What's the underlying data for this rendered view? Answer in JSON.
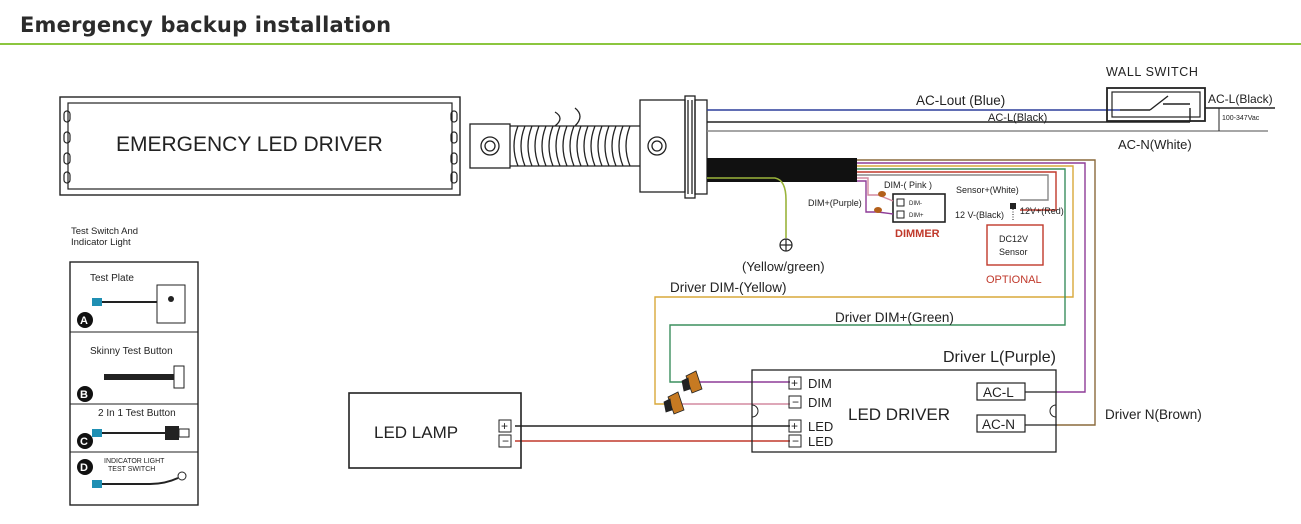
{
  "page": {
    "title": "Emergency backup installation"
  },
  "emergency_driver": {
    "label": "EMERGENCY LED DRIVER"
  },
  "wall_switch": {
    "title": "WALL SWITCH",
    "ac_l_black": "AC-L(Black)",
    "voltage": "100-347Vac",
    "ac_n_white": "AC-N(White)"
  },
  "wires": {
    "ac_lout_blue": "AC-Lout (Blue)",
    "ac_l_black": "AC-L(Black)",
    "ground": "(Yellow/green)",
    "driver_dim_minus": "Driver DIM-(Yellow)",
    "driver_dim_plus": "Driver DIM+(Green)",
    "driver_l": "Driver L(Purple)",
    "driver_n": "Driver N(Brown)"
  },
  "dimmer": {
    "title": "DIMMER",
    "dim_minus_pink": "DIM-( Pink )",
    "dim_plus_purple": "DIM+(Purple)",
    "term_minus": "DIM-",
    "term_plus": "DIM+"
  },
  "sensor": {
    "sensor_plus": "Sensor+(White)",
    "plus_12v": "12V+(Red)",
    "minus_12v": "12 V-(Black)",
    "line1": "DC12V",
    "line2": "Sensor",
    "optional": "OPTIONAL"
  },
  "led_driver": {
    "label": "LED DRIVER",
    "dim_plus": "DIM",
    "dim_minus": "DIM",
    "led_plus": "LED",
    "led_minus": "LED",
    "ac_l": "AC-L",
    "ac_n": "AC-N",
    "plus_sign": "+",
    "minus_sign": "−"
  },
  "led_lamp": {
    "label": "LED LAMP",
    "plus_sign": "+",
    "minus_sign": "−"
  },
  "test_panel": {
    "title_line1": "Test Switch And",
    "title_line2": "Indicator Light",
    "items": [
      {
        "letter": "A",
        "label": "Test Plate"
      },
      {
        "letter": "B",
        "label": "Skinny Test Button"
      },
      {
        "letter": "C",
        "label": "2 In 1 Test Button"
      },
      {
        "letter": "D",
        "label_line1": "INDICATOR LIGHT",
        "label_line2": "TEST SWITCH"
      }
    ]
  },
  "colors": {
    "accent_rule": "#8cc63f",
    "blue": "#2d3e9c",
    "purple": "#8e3c97",
    "brown": "#8a6a3c",
    "yellow": "#d9a83a",
    "green": "#3b8f5e",
    "red": "#c0392b",
    "pink": "#d38aa0"
  }
}
